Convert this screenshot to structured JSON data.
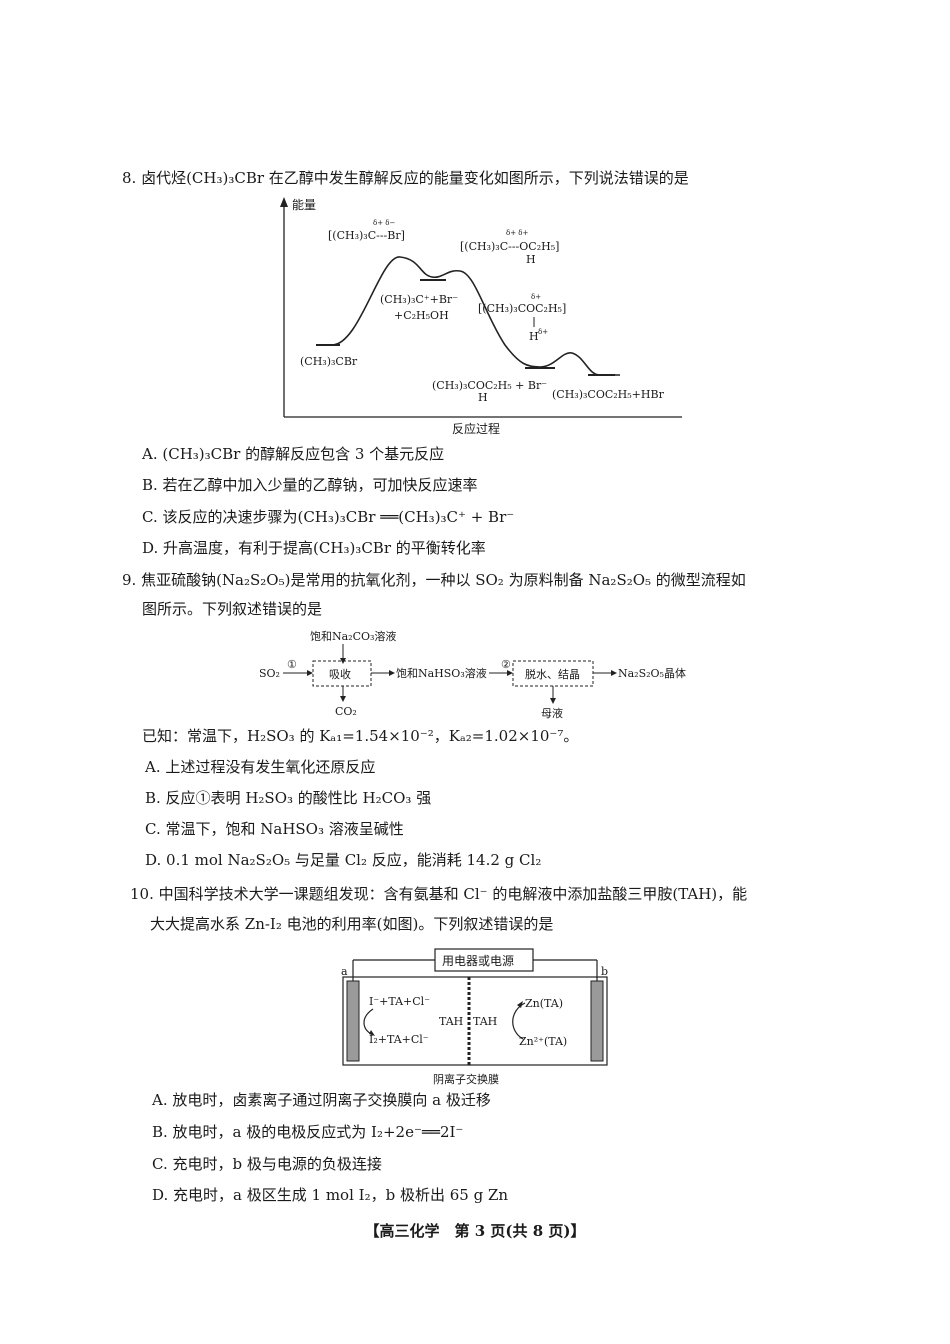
{
  "q8": {
    "stem": "8. 卤代烃(CH₃)₃CBr 在乙醇中发生醇解反应的能量变化如图所示，下列说法错误的是",
    "diagram": {
      "ylabel": "能量",
      "xlabel": "反应过程",
      "labels": {
        "reactant": "(CH₃)₃CBr",
        "ts1": "[(CH₃)₃C---Br]",
        "ts1_charges": "δ+      δ−",
        "intermediate1_a": "(CH₃)₃C⁺+Br⁻",
        "intermediate1_b": "+C₂H₅OH",
        "ts2": "[(CH₃)₃C---OC₂H₅]",
        "ts2_h": "H",
        "ts2_charges": "δ+        δ+",
        "intermediate2": "[(CH₃)₃COC₂H₅]",
        "intermediate2_h": "H",
        "intermediate2_charge_top": "δ+",
        "intermediate2_charge_h": "δ+",
        "intermediate3": "(CH₃)₃COC₂H₅ + Br⁻",
        "intermediate3_h": "H",
        "product": "(CH₃)₃COC₂H₅+HBr"
      }
    },
    "options": [
      "A. (CH₃)₃CBr 的醇解反应包含 3 个基元反应",
      "B. 若在乙醇中加入少量的乙醇钠，可加快反应速率",
      "C. 该反应的决速步骤为(CH₃)₃CBr ══(CH₃)₃C⁺ + Br⁻",
      "D. 升高温度，有利于提高(CH₃)₃CBr 的平衡转化率"
    ]
  },
  "q9": {
    "stem_line1": "9. 焦亚硫酸钠(Na₂S₂O₅)是常用的抗氧化剂，一种以 SO₂ 为原料制备 Na₂S₂O₅ 的微型流程如",
    "stem_line2": "图所示。下列叙述错误的是",
    "flow": {
      "top_input": "饱和Na₂CO₃溶液",
      "start": "SO₂",
      "step1_mark": "①",
      "box1": "吸收",
      "middle": "饱和NaHSO₃溶液",
      "step2_mark": "②",
      "box2": "脱水、结晶",
      "end": "Na₂S₂O₅晶体",
      "byproduct1": "CO₂",
      "byproduct2": "母液"
    },
    "known": "已知：常温下，H₂SO₃ 的 Kₐ₁=1.54×10⁻²，Kₐ₂=1.02×10⁻⁷。",
    "options": [
      "A. 上述过程没有发生氧化还原反应",
      "B. 反应①表明 H₂SO₃ 的酸性比 H₂CO₃ 强",
      "C. 常温下，饱和 NaHSO₃ 溶液呈碱性",
      "D. 0.1 mol Na₂S₂O₅ 与足量 Cl₂ 反应，能消耗 14.2 g Cl₂"
    ]
  },
  "q10": {
    "stem_line1": "10. 中国科学技术大学一课题组发现：含有氨基和 Cl⁻ 的电解液中添加盐酸三甲胺(TAH)，能",
    "stem_line2": "大大提高水系 Zn-I₂ 电池的利用率(如图)。下列叙述错误的是",
    "cell": {
      "top_box": "用电器或电源",
      "left_electrode": "a",
      "right_electrode": "b",
      "left_top": "I⁻+TA+Cl⁻",
      "left_bottom": "I₂+TA+Cl⁻",
      "tah_left": "TAH",
      "tah_right": "TAH",
      "right_top": "Zn(TA)",
      "right_bottom": "Zn²⁺(TA)",
      "membrane": "阴离子交换膜"
    },
    "options": [
      "A. 放电时，卤素离子通过阴离子交换膜向 a 极迁移",
      "B. 放电时，a 极的电极反应式为 I₂+2e⁻══2I⁻",
      "C. 充电时，b 极与电源的负极连接",
      "D. 充电时，a 极区生成 1 mol I₂，b 极析出 65 g Zn"
    ]
  },
  "footer": "【高三化学　第 3 页(共 8 页)】"
}
